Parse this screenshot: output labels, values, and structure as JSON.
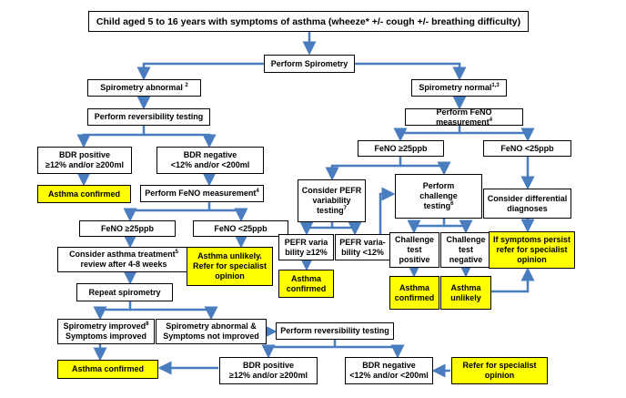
{
  "colors": {
    "arrow": "#4a7cc0",
    "highlight": "#ffff00",
    "border": "#000000"
  },
  "nodes": {
    "title": {
      "text": "Child aged 5 to 16 years with symptoms of asthma (wheeze* +/- cough +/- breathing difficulty)"
    },
    "spiro": {
      "text": "Perform Spirometry"
    },
    "spiro_abnormal": {
      "text": "Spirometry abnormal",
      "sup": "2"
    },
    "spiro_normal": {
      "text": "Spirometry normal",
      "sup": "1,3"
    },
    "reversibility1": {
      "text": "Perform reversibility testing"
    },
    "feno_normal": {
      "text": "Perform FeNO measurement",
      "sup": "4"
    },
    "bdr_pos1": {
      "text": "BDR positive\n≥12% and/or ≥200ml"
    },
    "bdr_neg1": {
      "text": "BDR negative\n<12% and/or <200ml"
    },
    "feno_high_normal": {
      "text": "FeNO ≥25ppb"
    },
    "feno_low_normal": {
      "text": "FeNO <25ppb"
    },
    "asthma_confirmed1": {
      "text": "Asthma confirmed"
    },
    "feno_abnormal": {
      "text": "Perform FeNO measurement",
      "sup": "4"
    },
    "pefr": {
      "text": "Consider PEFR\nvariability\ntesting",
      "sup": "7"
    },
    "challenge": {
      "text": "Perform\nchallenge\ntesting",
      "sup": "6"
    },
    "differential": {
      "text": "Consider differential\ndiagnoses"
    },
    "feno_high_abn": {
      "text": "FeNO ≥25ppb"
    },
    "feno_low_abn": {
      "text": "FeNO <25ppb"
    },
    "pefr_high": {
      "text": "PEFR varia\nbility ≥12%"
    },
    "pefr_low": {
      "text": "PEFR varia-\nbility <12%"
    },
    "challenge_pos": {
      "text": "Challenge\ntest\npositive"
    },
    "challenge_neg": {
      "text": "Challenge\ntest\nnegative"
    },
    "symptoms_persist": {
      "text": "If symptoms persist\nrefer for specialist\nopinion"
    },
    "treatment": {
      "text": "Consider asthma treatment",
      "sup": "5",
      "text2": "\nreview after 4-8 weeks"
    },
    "unlikely1": {
      "text": "Asthma unlikely.\nRefer for specialist\nopinion"
    },
    "asthma_confirmed_pefr": {
      "text": "Asthma\nconfirmed"
    },
    "asthma_confirmed_ch": {
      "text": "Asthma\nconfirmed"
    },
    "asthma_unlikely_ch": {
      "text": "Asthma\nunlikely"
    },
    "repeat_spiro": {
      "text": "Repeat spirometry"
    },
    "spiro_improved": {
      "text": "Spirometry improved",
      "sup": "8",
      "text2": "\nSymptoms improved"
    },
    "spiro_not_improved": {
      "text": "Spirometry abnormal &\nSymptoms not improved"
    },
    "reversibility2": {
      "text": "Perform reversibility testing"
    },
    "asthma_confirmed2": {
      "text": "Asthma confirmed"
    },
    "bdr_pos2": {
      "text": "BDR positive\n≥12% and/or ≥200ml"
    },
    "bdr_neg2": {
      "text": "BDR negative\n<12% and/or <200ml"
    },
    "refer_specialist": {
      "text": "Refer for specialist\nopinion"
    }
  }
}
